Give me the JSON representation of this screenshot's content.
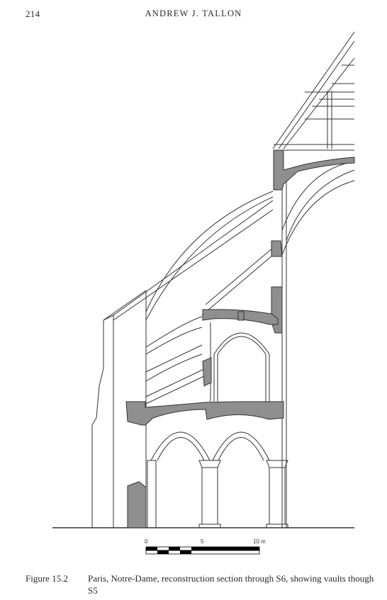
{
  "header": {
    "page_number": "214",
    "running_head": "ANDREW J. TALLON"
  },
  "figure": {
    "scale_bar": {
      "labels": [
        "0",
        "5",
        "10 m"
      ]
    },
    "colors": {
      "line": "#333333",
      "section_fill": "#8f8f8f"
    }
  },
  "caption": {
    "label": "Figure 15.2",
    "text": "Paris, Notre-Dame, reconstruction section through S6, showing vaults though S5"
  }
}
